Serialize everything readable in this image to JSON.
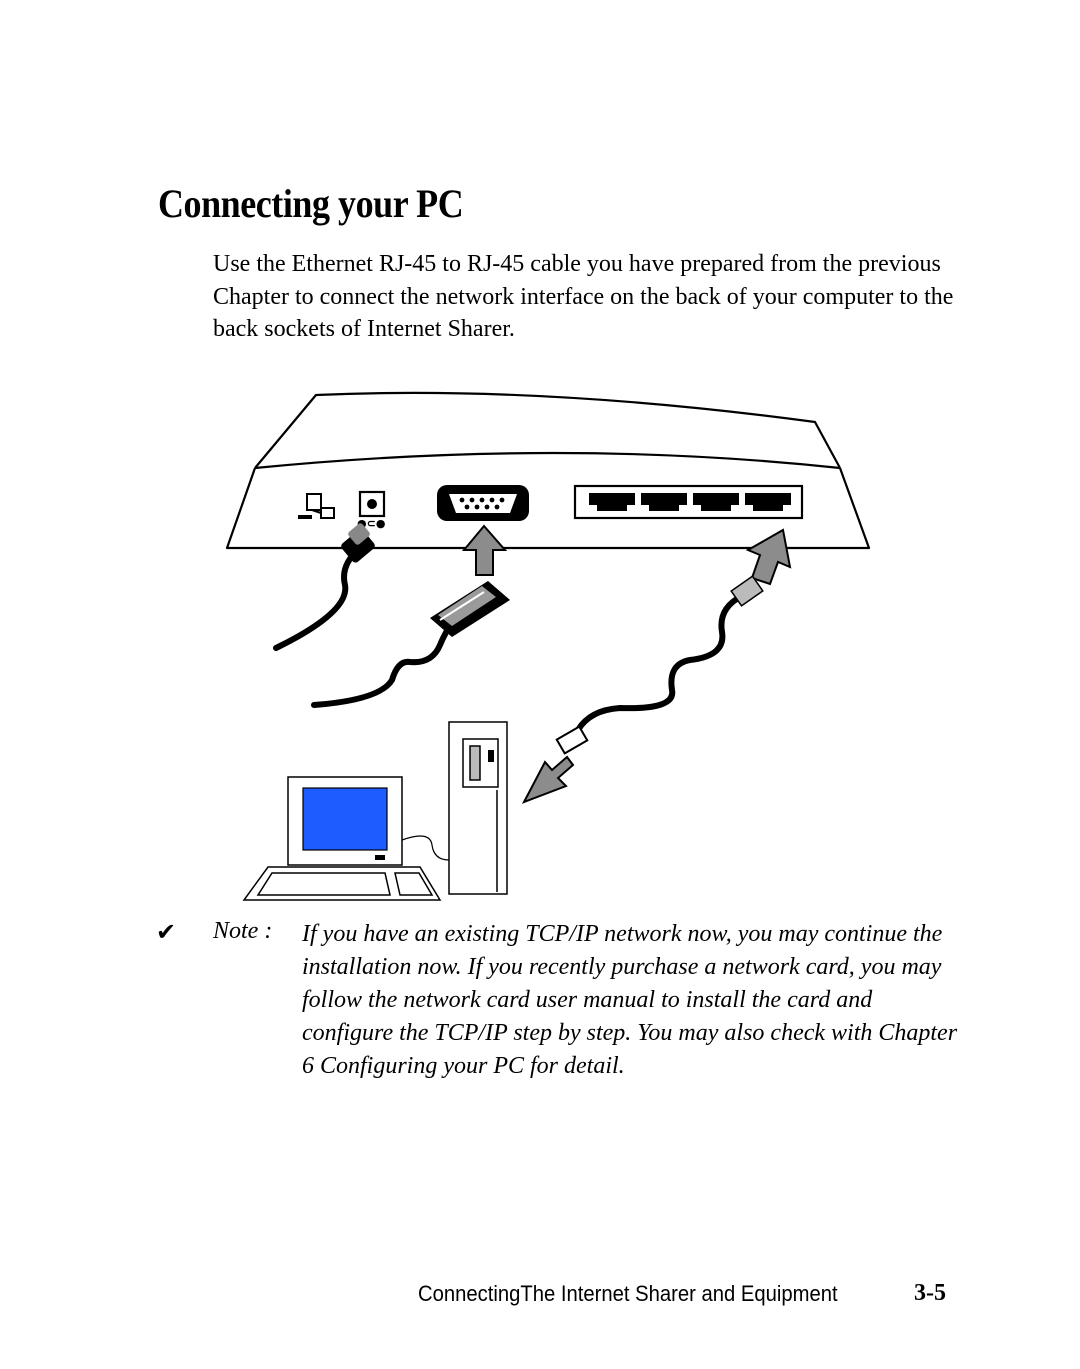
{
  "page": {
    "title": "Connecting your PC",
    "intro": "Use the Ethernet RJ-45 to RJ-45 cable you have prepared from the previous Chapter to connect the network interface on the back of your computer to the back sockets of Internet Sharer.",
    "note": {
      "check_icon": "check-mark-icon",
      "label": "Note :",
      "text": "If you have an existing TCP/IP network now, you may continue the installation now. If you recently purchase a network card, you may follow the network card user manual to install the card and configure the TCP/IP step by step. You may also check with Chapter 6 Configuring your PC for detail."
    },
    "footer": {
      "section": "ConnectingThe Internet Sharer and Equipment",
      "page_number": "3-5"
    }
  },
  "illustration": {
    "icons": [
      "internet-sharer-device",
      "power-jack-icon",
      "serial-port-icon",
      "rj45-ports-icon",
      "power-cable",
      "serial-cable",
      "ethernet-cable",
      "computer-tower",
      "monitor",
      "keyboard"
    ],
    "colors": {
      "screen": "#1f5cff",
      "arrow": "#8c8c8c",
      "line": "#000000"
    }
  }
}
